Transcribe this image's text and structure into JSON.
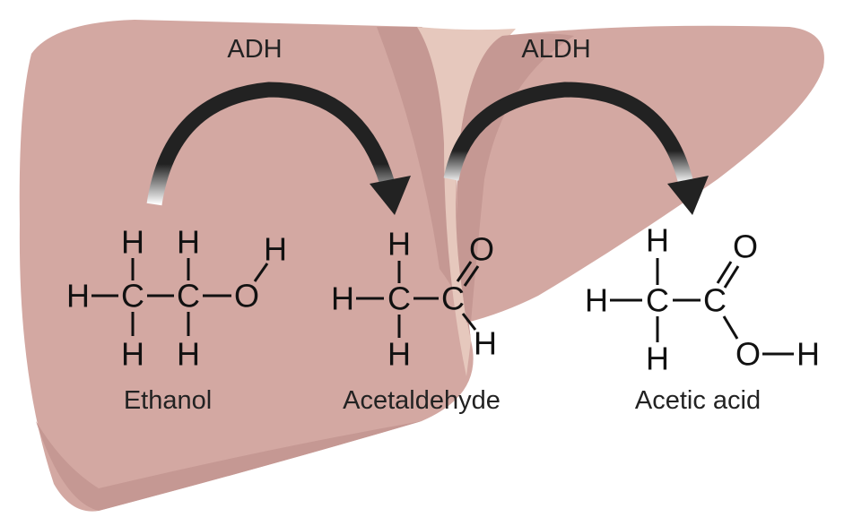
{
  "enzymes": {
    "first": "ADH",
    "second": "ALDH"
  },
  "molecules": {
    "ethanol": "Ethanol",
    "acetaldehyde": "Acetaldehyde",
    "acetic_acid": "Acetic acid"
  },
  "atoms": {
    "H": "H",
    "C": "C",
    "O": "O"
  },
  "colors": {
    "liver": "#d3a8a2",
    "liver_shade": "#c59893",
    "ligament": "#e6c8bd",
    "gallbladder": "#8d9f84",
    "arrow": "#222222"
  }
}
